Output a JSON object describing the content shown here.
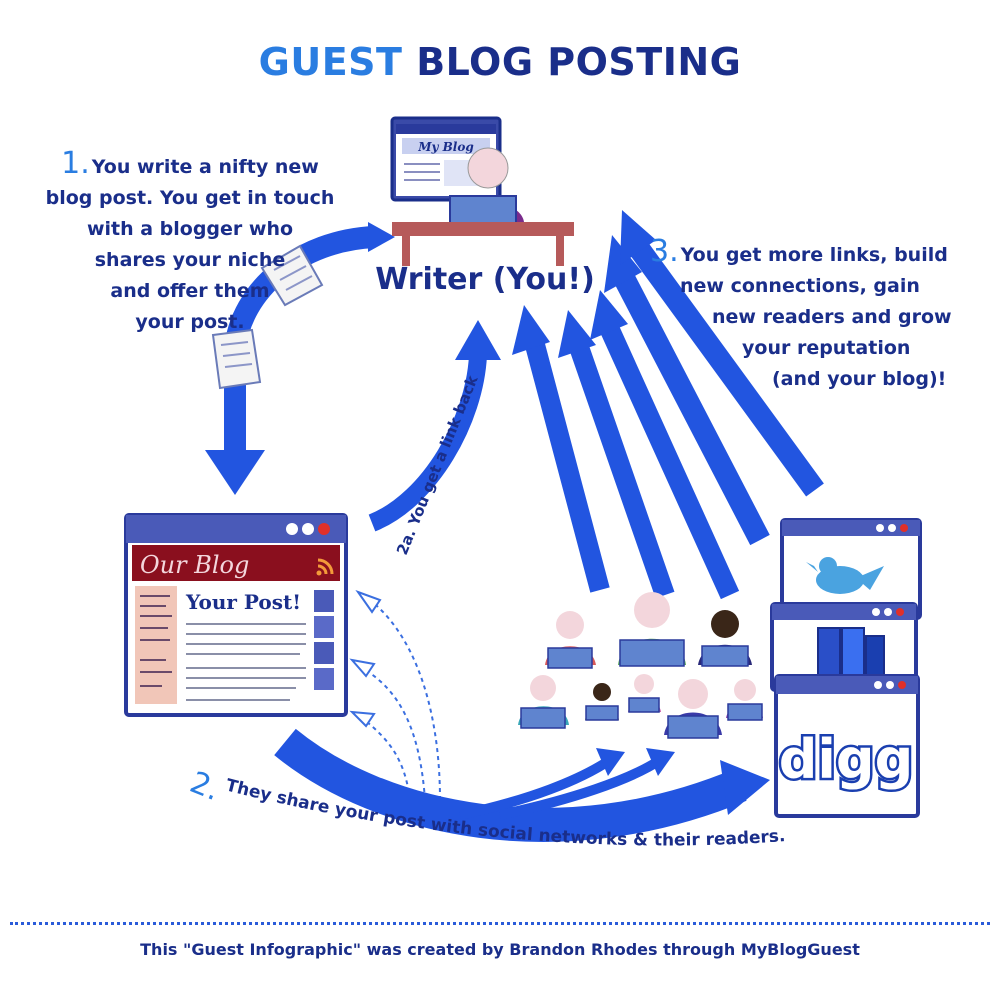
{
  "title": {
    "part1": "GUEST",
    "part2": "BLOG POSTING"
  },
  "writer": {
    "label": "Writer (You!)",
    "screen_text": "My Blog"
  },
  "step1": {
    "number": "1.",
    "lines": [
      "You write a nifty new",
      "blog post. You get in touch",
      "with a blogger who",
      "shares your niche",
      "and offer them",
      "your post."
    ]
  },
  "step2": {
    "number": "2.",
    "text": "They share your post with social networks & their readers."
  },
  "step2a": {
    "text": "2a. You get a link back"
  },
  "step3": {
    "number": "3.",
    "lines": [
      "You get more links, build",
      "new connections, gain",
      "new readers and grow",
      "your reputation",
      "(and your blog)!"
    ]
  },
  "blog_window": {
    "header": "Our Blog",
    "post_title": "Your Post!"
  },
  "social": {
    "digg_label": "digg"
  },
  "footer": {
    "credit": "This \"Guest Infographic\" was created by Brandon Rhodes through MyBlogGuest"
  },
  "colors": {
    "arrow": "#2255e0",
    "title_light": "#2a7de1",
    "title_dark": "#1a2e8a",
    "blog_header": "#8a0f1e"
  }
}
